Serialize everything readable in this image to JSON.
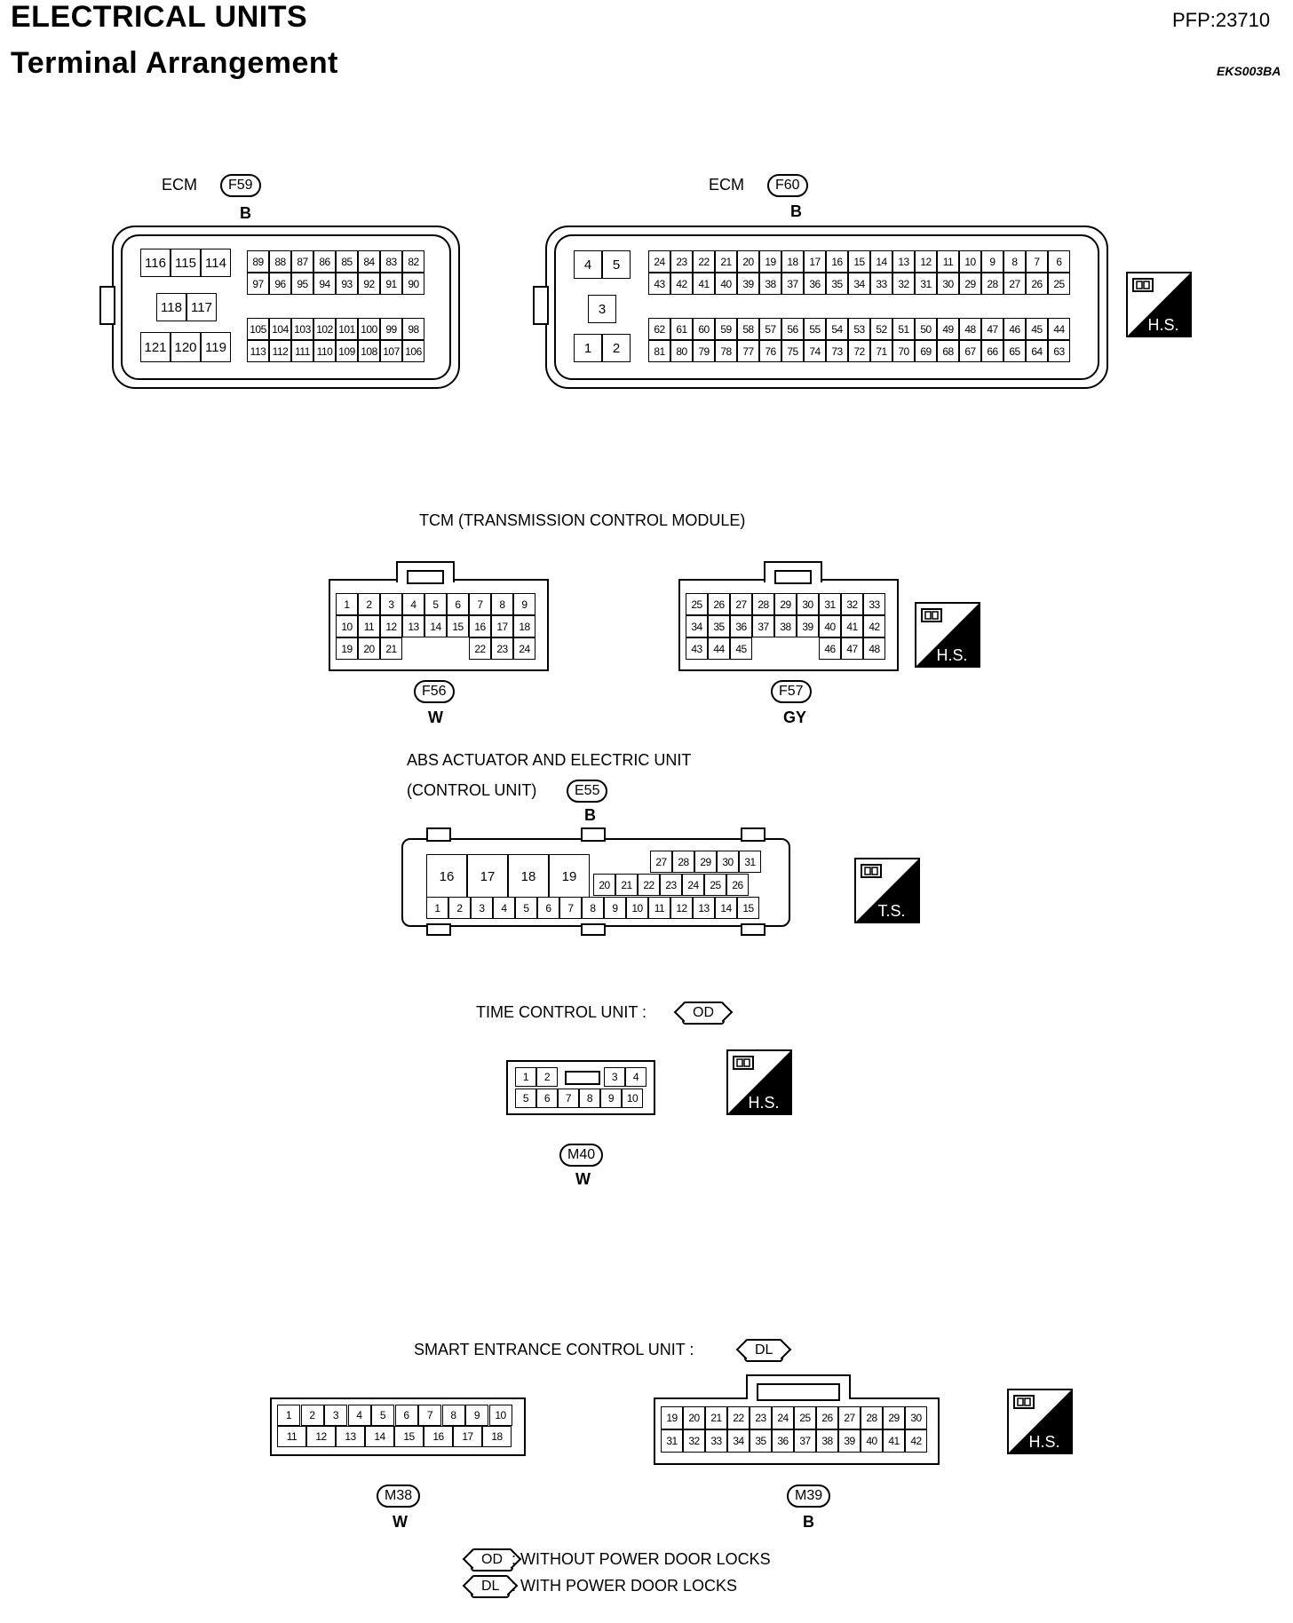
{
  "header": {
    "section": "ELECTRICAL UNITS",
    "title": "Terminal Arrangement",
    "pfp": "PFP:23710",
    "code": "EKS003BA"
  },
  "ecm_f59": {
    "label": "ECM",
    "connector": "F59",
    "color": "B",
    "rows": [
      [
        "116",
        "115",
        "114"
      ],
      [
        "118",
        "117"
      ],
      [
        "121",
        "120",
        "119"
      ]
    ],
    "grid": [
      [
        "89",
        "88",
        "87",
        "86",
        "85",
        "84",
        "83",
        "82"
      ],
      [
        "97",
        "96",
        "95",
        "94",
        "93",
        "92",
        "91",
        "90"
      ],
      [
        "105",
        "104",
        "103",
        "102",
        "101",
        "100",
        "99",
        "98"
      ],
      [
        "113",
        "112",
        "111",
        "110",
        "109",
        "108",
        "107",
        "106"
      ]
    ]
  },
  "ecm_f60": {
    "label": "ECM",
    "connector": "F60",
    "color": "B",
    "small": [
      "4",
      "5",
      "3",
      "1",
      "2"
    ],
    "grid": [
      [
        "24",
        "23",
        "22",
        "21",
        "20",
        "19",
        "18",
        "17",
        "16",
        "15",
        "14",
        "13",
        "12",
        "11",
        "10",
        "9",
        "8",
        "7",
        "6"
      ],
      [
        "43",
        "42",
        "41",
        "40",
        "39",
        "38",
        "37",
        "36",
        "35",
        "34",
        "33",
        "32",
        "31",
        "30",
        "29",
        "28",
        "27",
        "26",
        "25"
      ],
      [
        "62",
        "61",
        "60",
        "59",
        "58",
        "57",
        "56",
        "55",
        "54",
        "53",
        "52",
        "51",
        "50",
        "49",
        "48",
        "47",
        "46",
        "45",
        "44"
      ],
      [
        "81",
        "80",
        "79",
        "78",
        "77",
        "76",
        "75",
        "74",
        "73",
        "72",
        "71",
        "70",
        "69",
        "68",
        "67",
        "66",
        "65",
        "64",
        "63"
      ]
    ]
  },
  "tcm": {
    "title": "TCM (TRANSMISSION CONTROL MODULE)",
    "f56": {
      "connector": "F56",
      "color": "W",
      "rows": [
        [
          "1",
          "2",
          "3",
          "4",
          "5",
          "6",
          "7",
          "8",
          "9"
        ],
        [
          "10",
          "11",
          "12",
          "13",
          "14",
          "15",
          "16",
          "17",
          "18"
        ],
        [
          "19",
          "20",
          "21",
          "",
          "",
          "",
          "22",
          "23",
          "24"
        ]
      ]
    },
    "f57": {
      "connector": "F57",
      "color": "GY",
      "rows": [
        [
          "25",
          "26",
          "27",
          "28",
          "29",
          "30",
          "31",
          "32",
          "33"
        ],
        [
          "34",
          "35",
          "36",
          "37",
          "38",
          "39",
          "40",
          "41",
          "42"
        ],
        [
          "43",
          "44",
          "45",
          "",
          "",
          "",
          "46",
          "47",
          "48"
        ]
      ]
    }
  },
  "abs": {
    "title1": "ABS ACTUATOR AND ELECTRIC UNIT",
    "title2": "(CONTROL UNIT)",
    "connector": "E55",
    "color": "B",
    "big": [
      "16",
      "17",
      "18",
      "19"
    ],
    "row_top": [
      "27",
      "28",
      "29",
      "30",
      "31"
    ],
    "row_mid": [
      "20",
      "21",
      "22",
      "23",
      "24",
      "25",
      "26"
    ],
    "row_bottom": [
      "1",
      "2",
      "3",
      "4",
      "5",
      "6",
      "7",
      "8",
      "9",
      "10",
      "11",
      "12",
      "13",
      "14",
      "15"
    ],
    "badge": "T.S."
  },
  "time_control": {
    "title": "TIME CONTROL UNIT :",
    "option": "OD",
    "connector": "M40",
    "color": "W",
    "row1": [
      "1",
      "2",
      "3",
      "4"
    ],
    "row2": [
      "5",
      "6",
      "7",
      "8",
      "9",
      "10"
    ]
  },
  "smart_entrance": {
    "title": "SMART ENTRANCE CONTROL UNIT :",
    "option": "DL",
    "m38": {
      "connector": "M38",
      "color": "W",
      "row1": [
        "1",
        "2",
        "3",
        "4",
        "5",
        "6",
        "7",
        "8",
        "9",
        "10"
      ],
      "row2": [
        "11",
        "12",
        "13",
        "14",
        "15",
        "16",
        "17",
        "18"
      ]
    },
    "m39": {
      "connector": "M39",
      "color": "B",
      "row1": [
        "19",
        "20",
        "21",
        "22",
        "23",
        "24",
        "25",
        "26",
        "27",
        "28",
        "29",
        "30"
      ],
      "row2": [
        "31",
        "32",
        "33",
        "34",
        "35",
        "36",
        "37",
        "38",
        "39",
        "40",
        "41",
        "42"
      ]
    }
  },
  "legend": [
    {
      "symbol": "OD",
      "text": ": WITHOUT POWER DOOR LOCKS"
    },
    {
      "symbol": "DL",
      "text": ": WITH POWER DOOR LOCKS"
    }
  ],
  "hs_badge": "H.S."
}
